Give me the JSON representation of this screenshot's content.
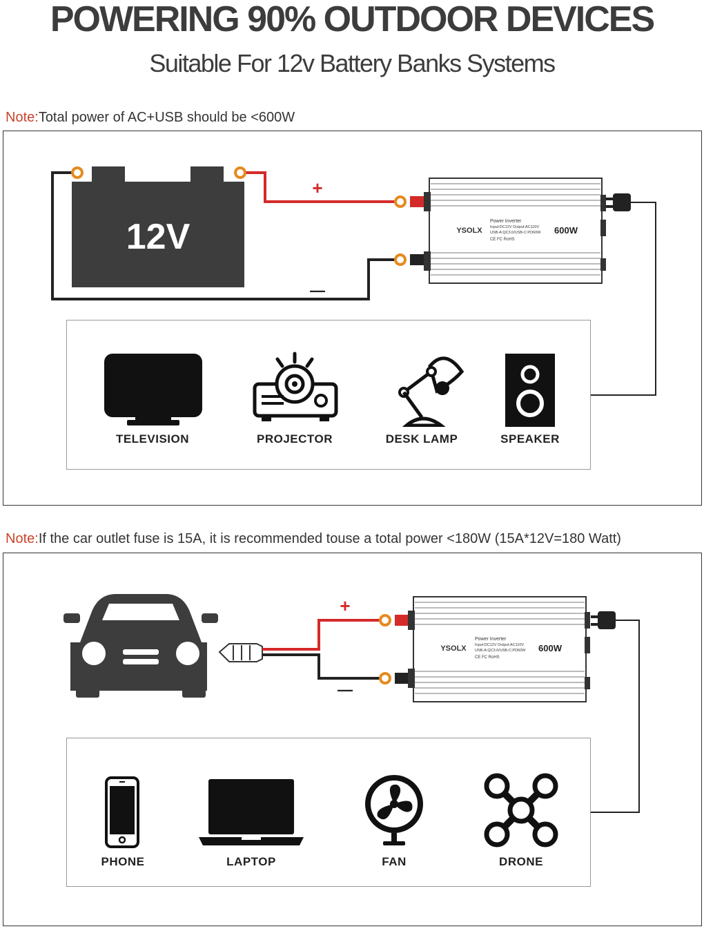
{
  "header": {
    "title": "POWERING 90% OUTDOOR DEVICES",
    "subtitle": "Suitable For 12v Battery Banks Systems"
  },
  "section1": {
    "note_prefix": "Note:",
    "note_text": "Total power of AC+USB should be <600W",
    "battery_label": "12V",
    "positive_sign": "+",
    "negative_sign": "—",
    "devices": [
      {
        "label": "TELEVISION",
        "icon": "television-icon"
      },
      {
        "label": "PROJECTOR",
        "icon": "projector-icon"
      },
      {
        "label": "DESK LAMP",
        "icon": "desk-lamp-icon"
      },
      {
        "label": "SPEAKER",
        "icon": "speaker-icon"
      }
    ]
  },
  "section2": {
    "note_prefix": "Note:",
    "note_text": "If the car outlet fuse is 15A, it is recommended touse a total power <180W (15A*12V=180 Watt)",
    "positive_sign": "+",
    "negative_sign": "—",
    "devices": [
      {
        "label": "PHONE",
        "icon": "phone-icon"
      },
      {
        "label": "LAPTOP",
        "icon": "laptop-icon"
      },
      {
        "label": "FAN",
        "icon": "fan-icon"
      },
      {
        "label": "DRONE",
        "icon": "drone-icon"
      }
    ]
  },
  "inverter": {
    "brand": "YSOLX",
    "name": "Power Inverter",
    "spec_line1": "Input:DC12V    Output:AC110V",
    "spec_line2": "USB-A:QC3.0/USB-C:PD60W",
    "certs": "CE FC RoHS",
    "wattage": "600W"
  },
  "colors": {
    "accent": "#c9442c",
    "wire_positive": "#d42a2a",
    "wire_negative": "#222222",
    "battery": "#3d3d3d",
    "terminal_ring": "#e58a1f"
  }
}
